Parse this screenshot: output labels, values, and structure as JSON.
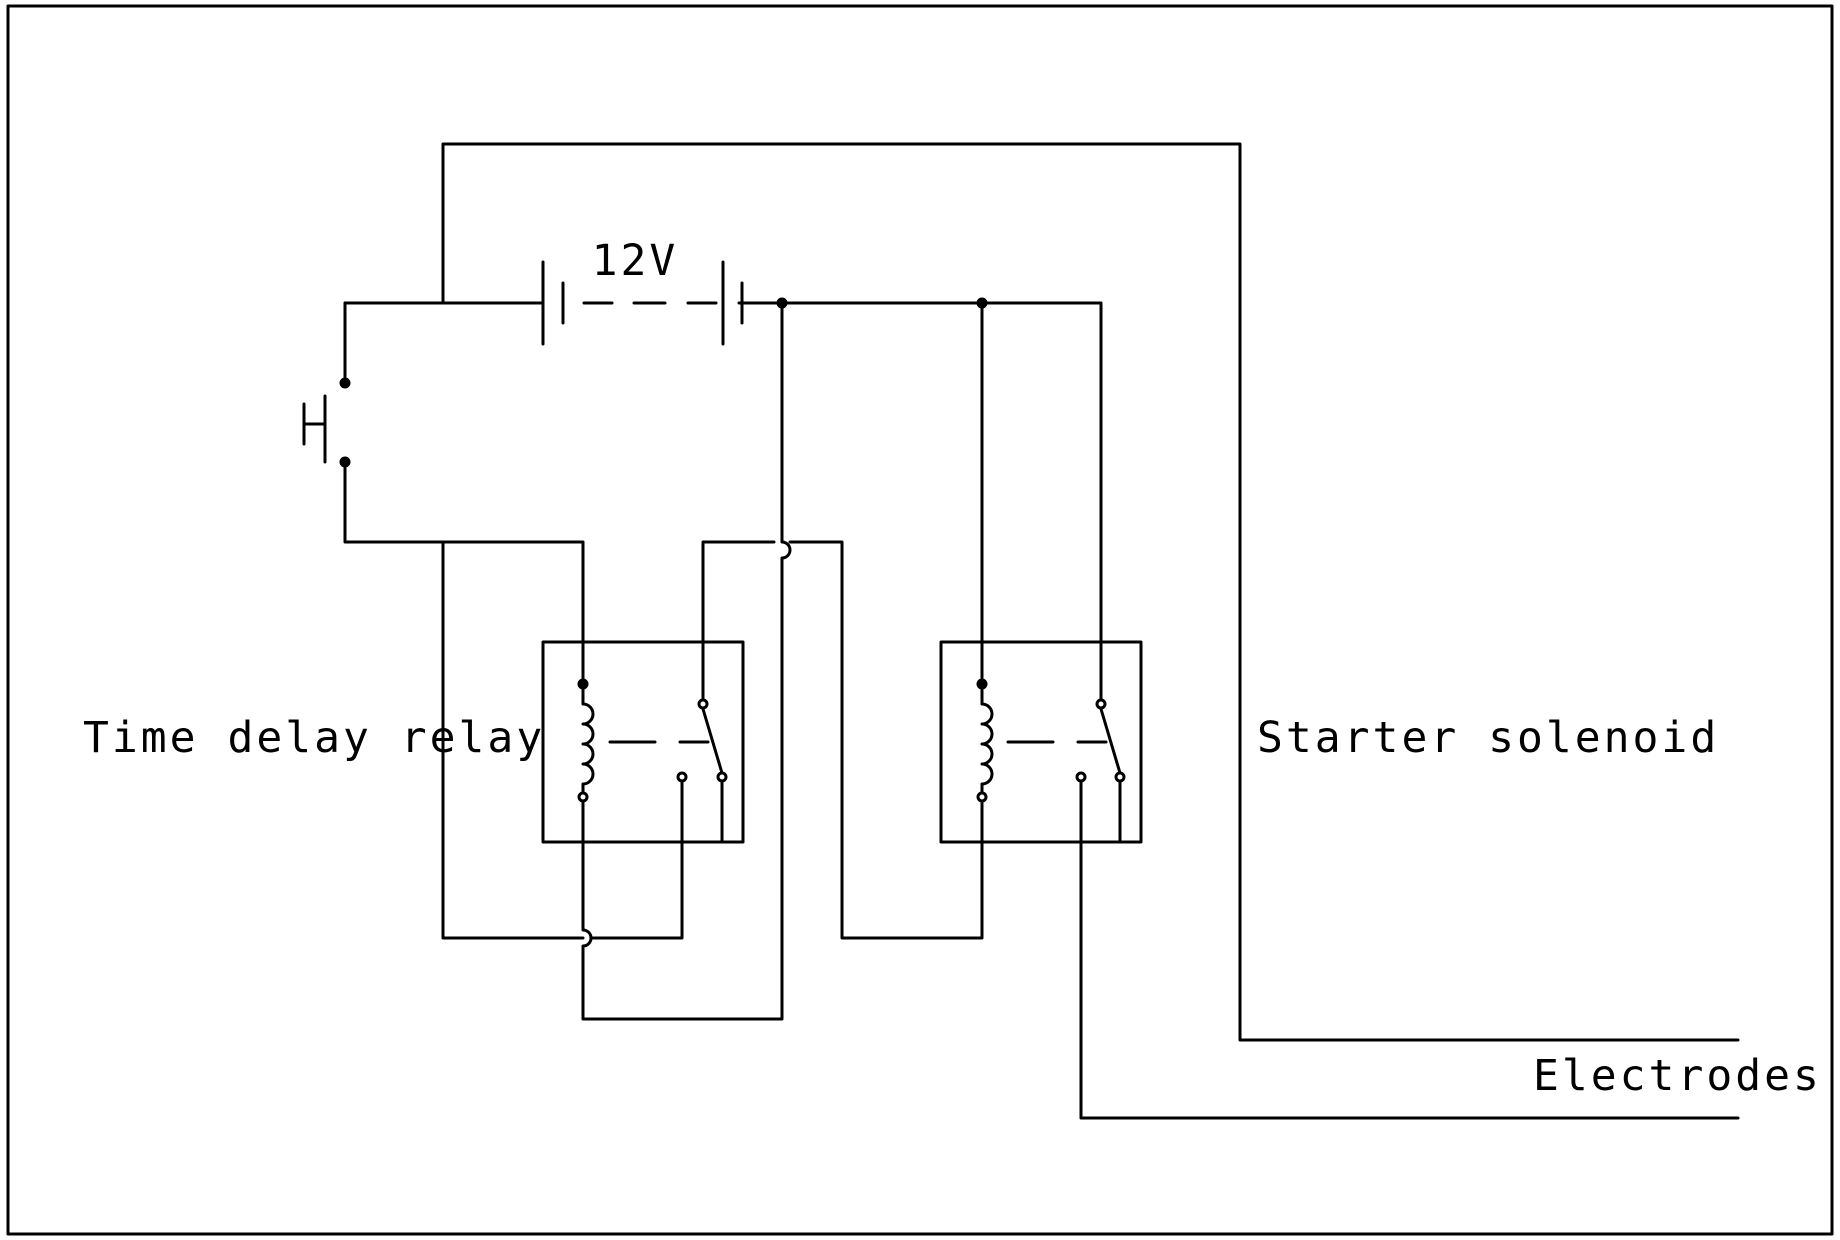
{
  "labels": {
    "battery_voltage": "12V",
    "time_delay_relay": "Time delay relay",
    "starter_solenoid": "Starter solenoid",
    "electrodes": "Electrodes"
  },
  "diagram": {
    "components": [
      "battery",
      "push-button-switch",
      "time-delay-relay",
      "starter-solenoid",
      "electrodes"
    ]
  }
}
